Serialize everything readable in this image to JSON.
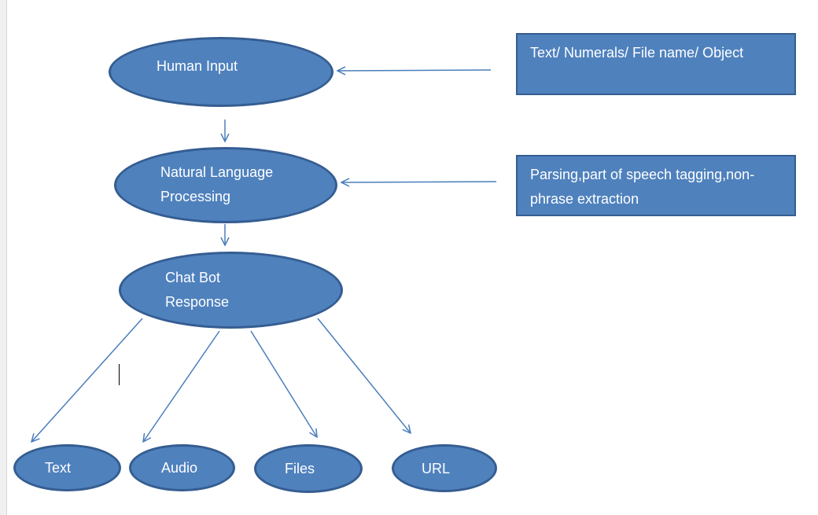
{
  "colors": {
    "shape_fill": "#4f81bd",
    "shape_border": "#355d91",
    "connector": "#4a7ebb",
    "text": "#ffffff"
  },
  "nodes": {
    "human_input": "Human Input",
    "nlp_line1": "Natural Language",
    "nlp_line2": "Processing",
    "chatbot_line1": "Chat Bot",
    "chatbot_line2": "Response",
    "text": "Text",
    "audio": "Audio",
    "files": "Files",
    "url": "URL"
  },
  "notes": {
    "input_types": "Text/ Numerals/ File name/ Object",
    "nlp_steps_line1": "Parsing,part of speech tagging,non-",
    "nlp_steps_line2": "phrase extraction"
  }
}
